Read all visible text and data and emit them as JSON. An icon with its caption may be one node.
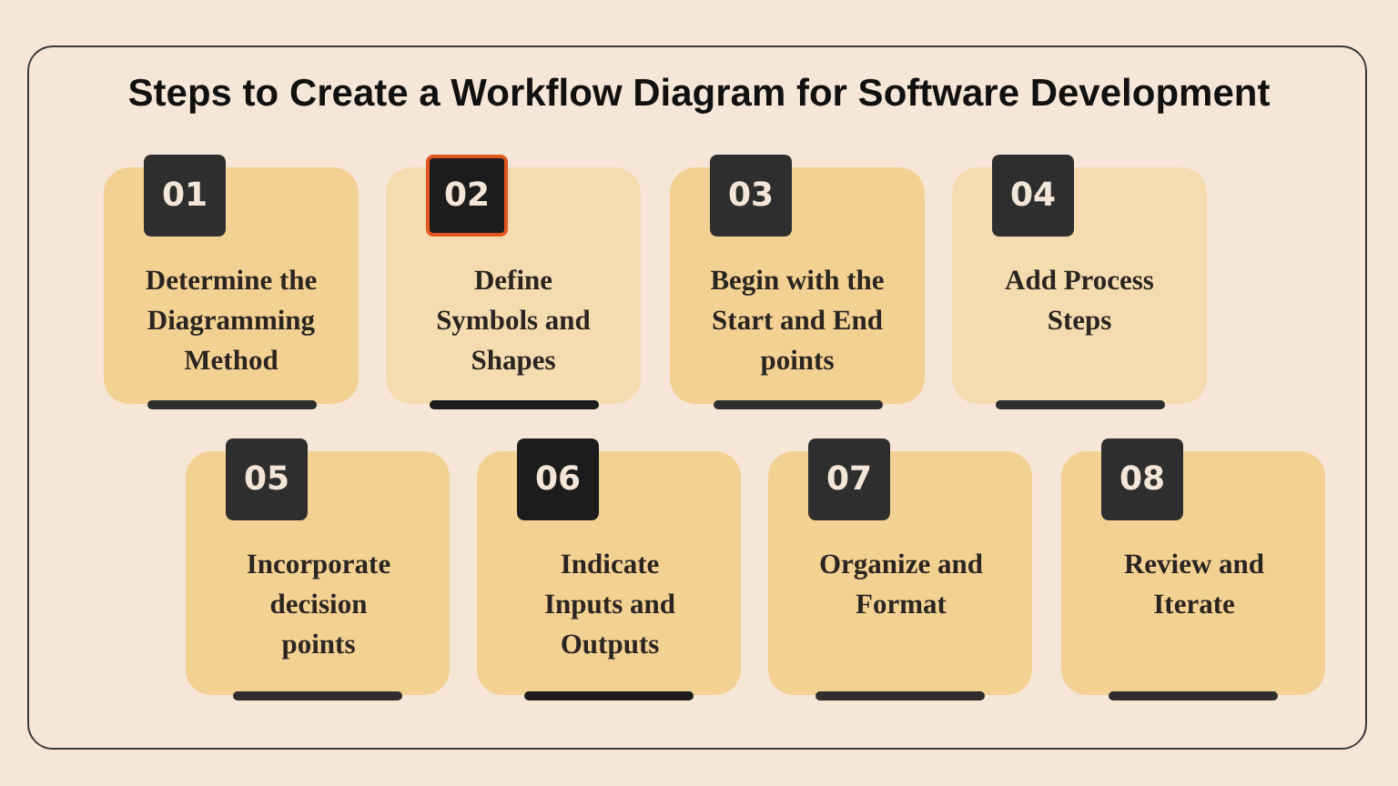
{
  "diagram": {
    "title": "Steps to Create a Workflow Diagram for Software Development",
    "nodes": [
      {
        "text": [
          "01",
          "Determine the Diagramming Method"
        ]
      },
      {
        "text": [
          "02",
          "Define Symbols and Shapes"
        ]
      },
      {
        "text": [
          "03",
          "Begin with the Start and End points"
        ]
      },
      {
        "text": [
          "04",
          "Add Process Steps"
        ]
      },
      {
        "text": [
          "05",
          "Incorporate decision points"
        ]
      },
      {
        "text": [
          "06",
          "Indicate Inputs and Outputs"
        ]
      },
      {
        "text": [
          "07",
          "Organize and Format"
        ]
      },
      {
        "text": [
          "08",
          "Review and Iterate"
        ]
      }
    ]
  }
}
